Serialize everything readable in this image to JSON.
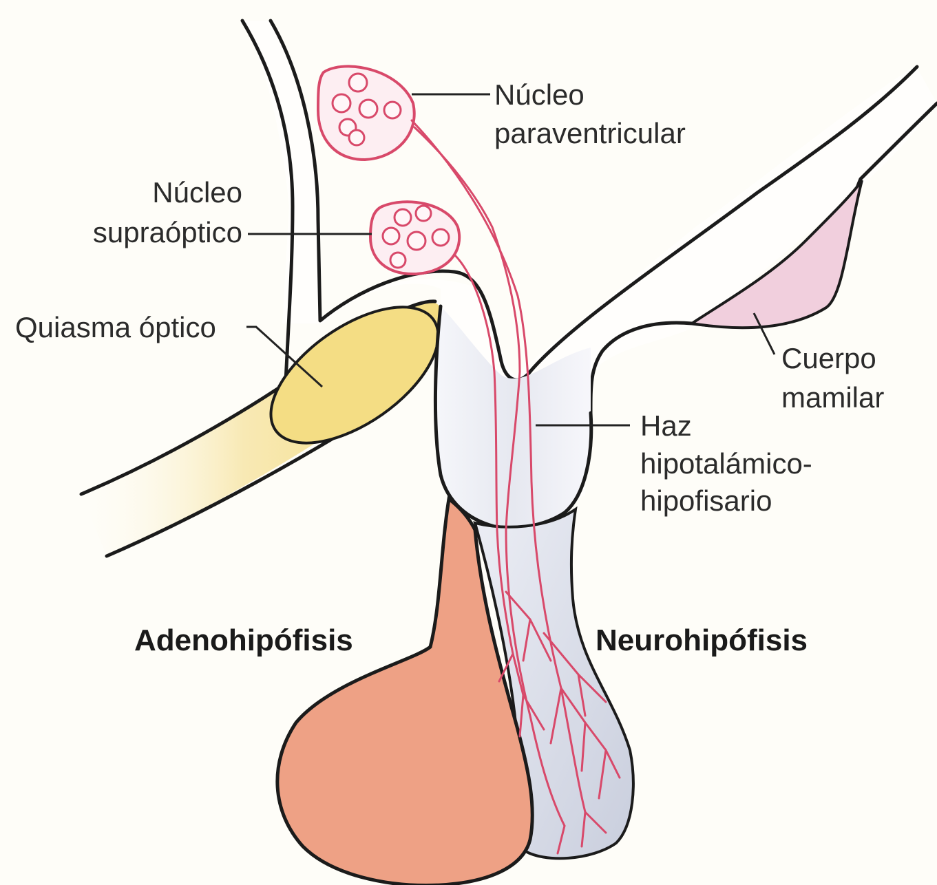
{
  "labels": {
    "paraventricular_line1": "Núcleo",
    "paraventricular_line2": "paraventricular",
    "supraoptic_line1": "Núcleo",
    "supraoptic_line2": "supraóptico",
    "chiasm": "Quiasma óptico",
    "mammillary_line1": "Cuerpo",
    "mammillary_line2": "mamilar",
    "tract_line1": "Haz",
    "tract_line2": "hipotalámico-",
    "tract_line3": "hipofisario",
    "adenohypophysis": "Adenohipófisis",
    "neurohypophysis": "Neurohipófisis"
  },
  "colors": {
    "background": "#fefdf8",
    "outline": "#1b1b1b",
    "nerve_fibers": "#d8496a",
    "optic_chiasm": "#f4dd84",
    "adenohypophysis": "#eea185",
    "neurohypophysis": "#d9dbe6",
    "mammillary_body": "#f1cfdd"
  }
}
